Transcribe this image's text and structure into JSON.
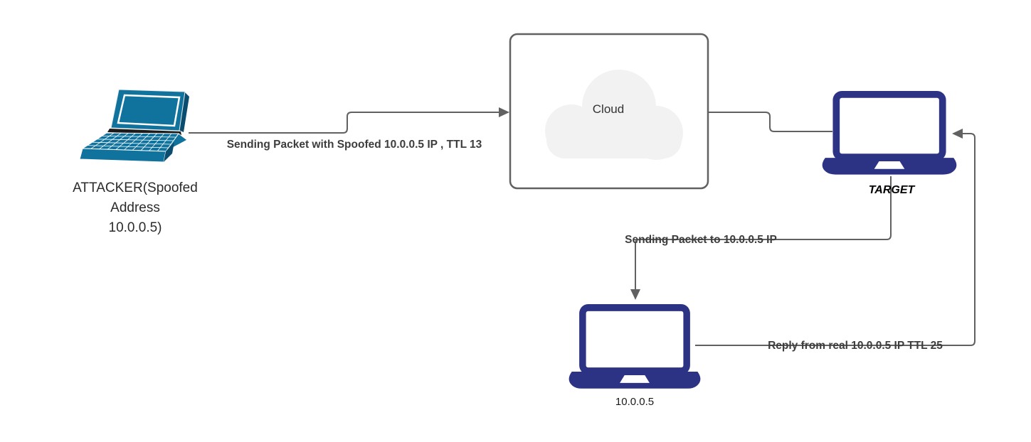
{
  "diagram": {
    "type": "network-flow-diagram",
    "background": "#ffffff",
    "nodes": {
      "attacker": {
        "label": "ATTACKER(Spoofed\nAddress\n10.0.0.5)",
        "icon": "laptop-perspective-icon",
        "color": "#10739E"
      },
      "cloud": {
        "label": "Cloud",
        "icon": "cloud-icon",
        "fill": "#F2F2F2",
        "border": "#616161"
      },
      "target": {
        "label": "TARGET",
        "icon": "laptop-front-icon",
        "color": "#2D3384"
      },
      "real_host": {
        "label": "10.0.0.5",
        "icon": "laptop-front-icon",
        "color": "#2D3384"
      }
    },
    "edges": [
      {
        "id": "attacker-to-cloud",
        "from": "attacker",
        "to": "cloud",
        "label": "Sending Packet with Spoofed 10.0.0.5 IP , TTL 13",
        "arrowhead": "right"
      },
      {
        "id": "cloud-to-target",
        "from": "cloud",
        "to": "target",
        "label": "",
        "arrowhead": "none"
      },
      {
        "id": "target-to-real-host",
        "from": "target",
        "to": "real_host",
        "label": "Sending Packet to 10.0.0.5 IP",
        "arrowhead": "down"
      },
      {
        "id": "real-host-to-target",
        "from": "real_host",
        "to": "target",
        "label": "Reply from real 10.0.0.5 IP TTL 25",
        "arrowhead": "left"
      }
    ],
    "colors": {
      "connector": "#616161",
      "edge_label_text": "#3d3d3d",
      "node_label_text": "#2b2b2b",
      "attacker_laptop_blue": "#10739E",
      "attacker_laptop_dark_edge": "#0A4D6E",
      "navy_laptop": "#2D3384",
      "cloud_fill": "#F2F2F2"
    }
  }
}
